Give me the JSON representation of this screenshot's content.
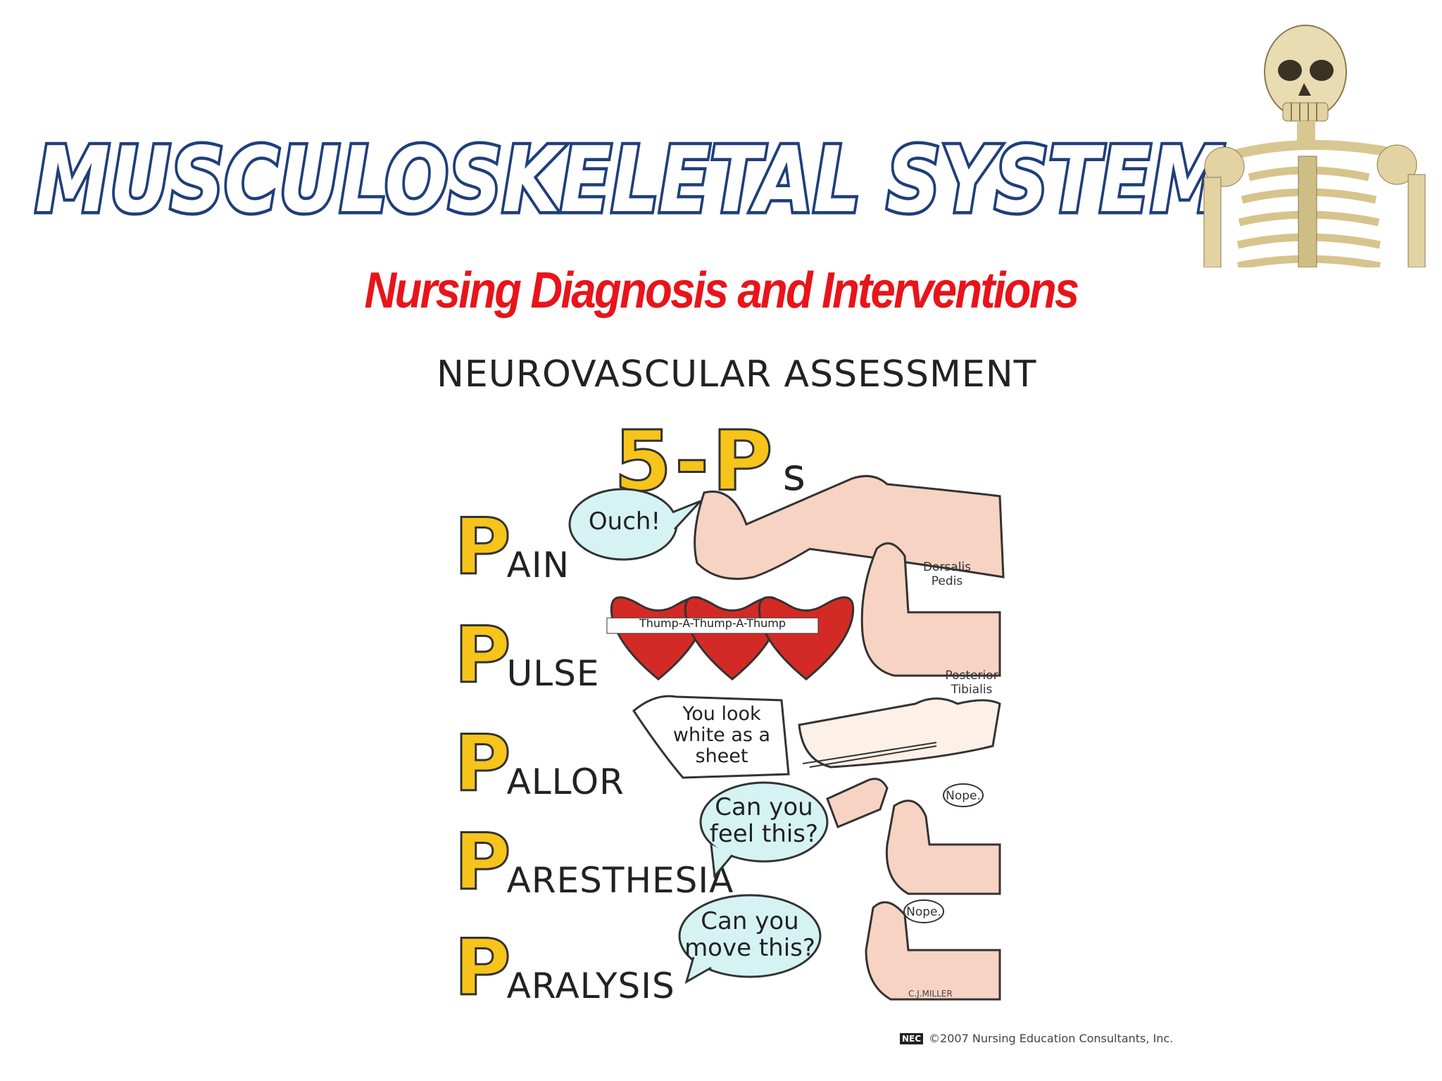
{
  "header": {
    "title": "MUSCULOSKELETAL SYSTEM",
    "subtitle": "Nursing Diagnosis and Interventions"
  },
  "poster": {
    "heading": "NEUROVASCULAR ASSESSMENT",
    "five_p_main": "5-P",
    "five_p_suffix": "s",
    "rows": [
      {
        "letter": "P",
        "rest": "AIN",
        "bubble": "Ouch!"
      },
      {
        "letter": "P",
        "rest": "ULSE",
        "bubble": "Thump-A-Thump-A-Thump"
      },
      {
        "letter": "P",
        "rest": "ALLOR",
        "bubble": "You look white as a sheet"
      },
      {
        "letter": "P",
        "rest": "ARESTHESIA",
        "bubble": "Can you feel this?"
      },
      {
        "letter": "P",
        "rest": "ARALYSIS",
        "bubble": "Can you move this?"
      }
    ],
    "pulse_notes": {
      "top": "Dorsalis Pedis",
      "bottom": "Posterior Tibialis"
    },
    "nope_1": "Nope.",
    "nope_2": "Nope.",
    "signature": "C.J.MILLER",
    "copyright": "©2007 Nursing Education Consultants, Inc.",
    "copyright_logo": "NEC"
  },
  "colors": {
    "title_fill": "#ffffff",
    "title_stroke": "#1f3f7a",
    "subtitle": "#e8141a",
    "p_letter": "#f6c41a",
    "bubble_fill": "#d6f3f4",
    "heart": "#d42a25",
    "skin": "#f7d3c3"
  },
  "icons": [
    "skeleton-image",
    "foot-illustration",
    "heart-icon"
  ]
}
